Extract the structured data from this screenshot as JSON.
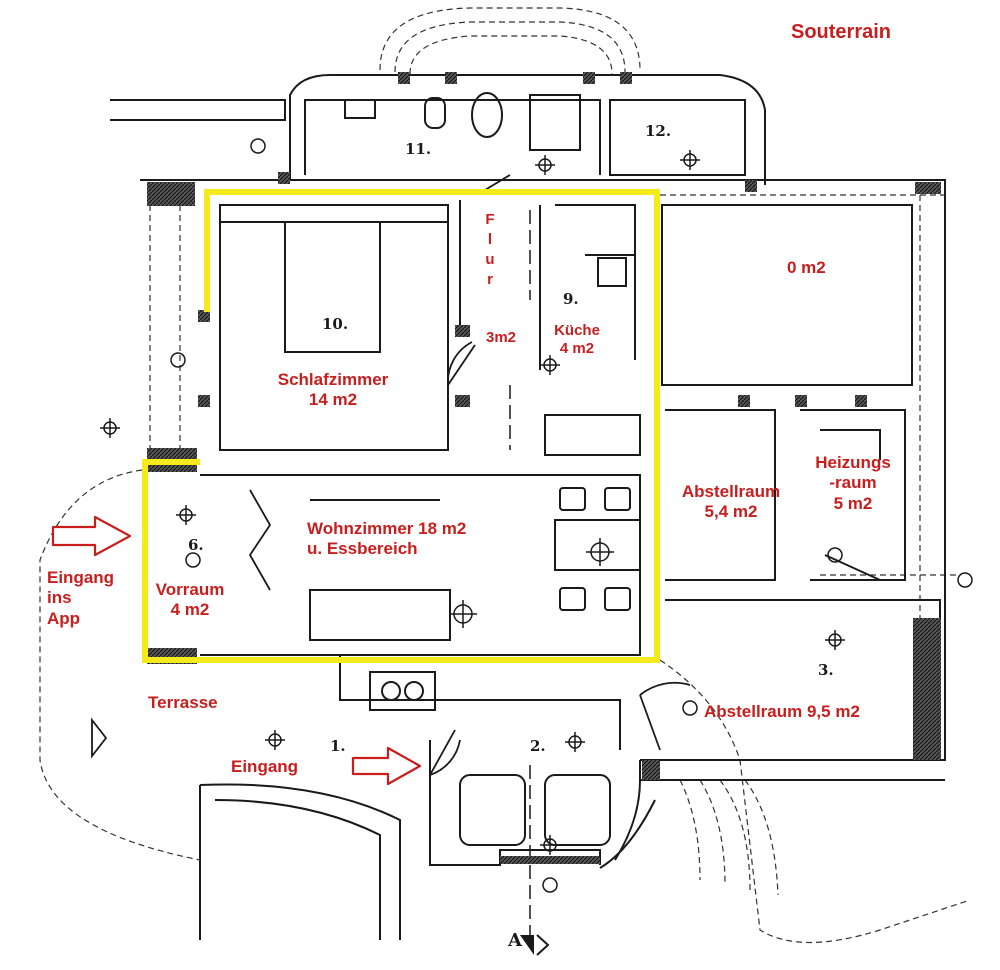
{
  "title": "Souterrain",
  "rooms": {
    "schlafzimmer": {
      "name": "Schlafzimmer",
      "area": "14 m2"
    },
    "flur": {
      "letters": [
        "F",
        "l",
        "u",
        "r"
      ],
      "area": "3m2"
    },
    "kueche": {
      "name": "Küche",
      "area": "4 m2"
    },
    "unnamed_room": {
      "area": "0 m2"
    },
    "wohnzimmer": {
      "line1": "Wohnzimmer 18 m2",
      "line2": "u. Essbereich"
    },
    "vorraum": {
      "name": "Vorraum",
      "area": "4 m2"
    },
    "abstellraum_small": {
      "name": "Abstellraum",
      "area": "5,4 m2"
    },
    "heizungsraum": {
      "line1": "Heizungs",
      "line2": "-raum",
      "area": "5 m2"
    },
    "abstellraum_large": {
      "label": "Abstellraum 9,5 m2"
    },
    "terrasse": {
      "name": "Terrasse"
    }
  },
  "entrances": {
    "app": [
      "Eingang",
      "ins",
      "App"
    ],
    "main": "Eingang"
  },
  "room_numbers": [
    "1.",
    "2.",
    "3.",
    "6.",
    "9.",
    "10.",
    "11.",
    "12."
  ],
  "section_marker": "A",
  "colors": {
    "label": "#c81e1e",
    "highlight": "#f5ea1c",
    "wall": "#1a1a1a",
    "arrow": "#c81e1e"
  }
}
